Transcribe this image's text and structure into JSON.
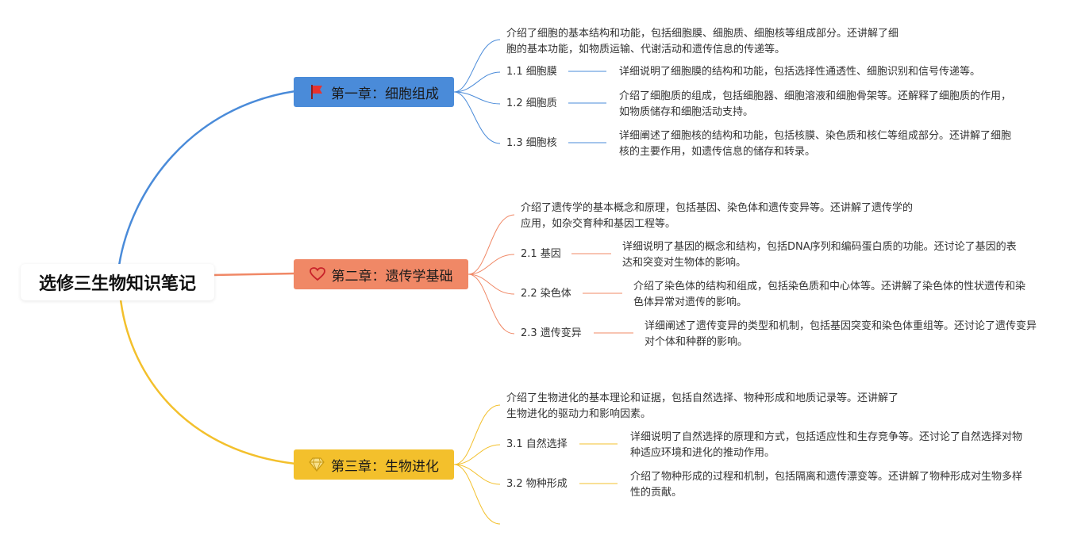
{
  "root": {
    "title": "选修三生物知识笔记"
  },
  "colors": {
    "chapter1": "#4a8bd9",
    "chapter2": "#f08866",
    "chapter3": "#f3c02c"
  },
  "chapters": [
    {
      "icon": "red-flag-icon",
      "title": "第一章：细胞组成",
      "summary": "介绍了细胞的基本结构和功能，包括细胞膜、细胞质、细胞核等组成部分。还讲解了细胞的基本功能，如物质运输、代谢活动和遗传信息的传递等。",
      "sections": [
        {
          "label": "1.1 细胞膜",
          "desc": "详细说明了细胞膜的结构和功能，包括选择性通透性、细胞识别和信号传递等。"
        },
        {
          "label": "1.2 细胞质",
          "desc": "介绍了细胞质的组成，包括细胞器、细胞溶液和细胞骨架等。还解释了细胞质的作用，如物质储存和细胞活动支持。"
        },
        {
          "label": "1.3 细胞核",
          "desc": "详细阐述了细胞核的结构和功能，包括核膜、染色质和核仁等组成部分。还讲解了细胞核的主要作用，如遗传信息的储存和转录。"
        }
      ]
    },
    {
      "icon": "heart-icon",
      "title": "第二章：遗传学基础",
      "summary": "介绍了遗传学的基本概念和原理，包括基因、染色体和遗传变异等。还讲解了遗传学的应用，如杂交育种和基因工程等。",
      "sections": [
        {
          "label": "2.1 基因",
          "desc": "详细说明了基因的概念和结构，包括DNA序列和编码蛋白质的功能。还讨论了基因的表达和突变对生物体的影响。"
        },
        {
          "label": "2.2 染色体",
          "desc": "介绍了染色体的结构和组成，包括染色质和中心体等。还讲解了染色体的性状遗传和染色体异常对遗传的影响。"
        },
        {
          "label": "2.3 遗传变异",
          "desc": "详细阐述了遗传变异的类型和机制，包括基因突变和染色体重组等。还讨论了遗传变异对个体和种群的影响。"
        }
      ]
    },
    {
      "icon": "diamond-icon",
      "title": "第三章：生物进化",
      "summary": "介绍了生物进化的基本理论和证据，包括自然选择、物种形成和地质记录等。还讲解了生物进化的驱动力和影响因素。",
      "sections": [
        {
          "label": "3.1 自然选择",
          "desc": "详细说明了自然选择的原理和方式，包括适应性和生存竞争等。还讨论了自然选择对物种适应环境和进化的推动作用。"
        },
        {
          "label": "3.2 物种形成",
          "desc": "介绍了物种形成的过程和机制，包括隔离和遗传漂变等。还讲解了物种形成对生物多样性的贡献。"
        }
      ]
    }
  ]
}
